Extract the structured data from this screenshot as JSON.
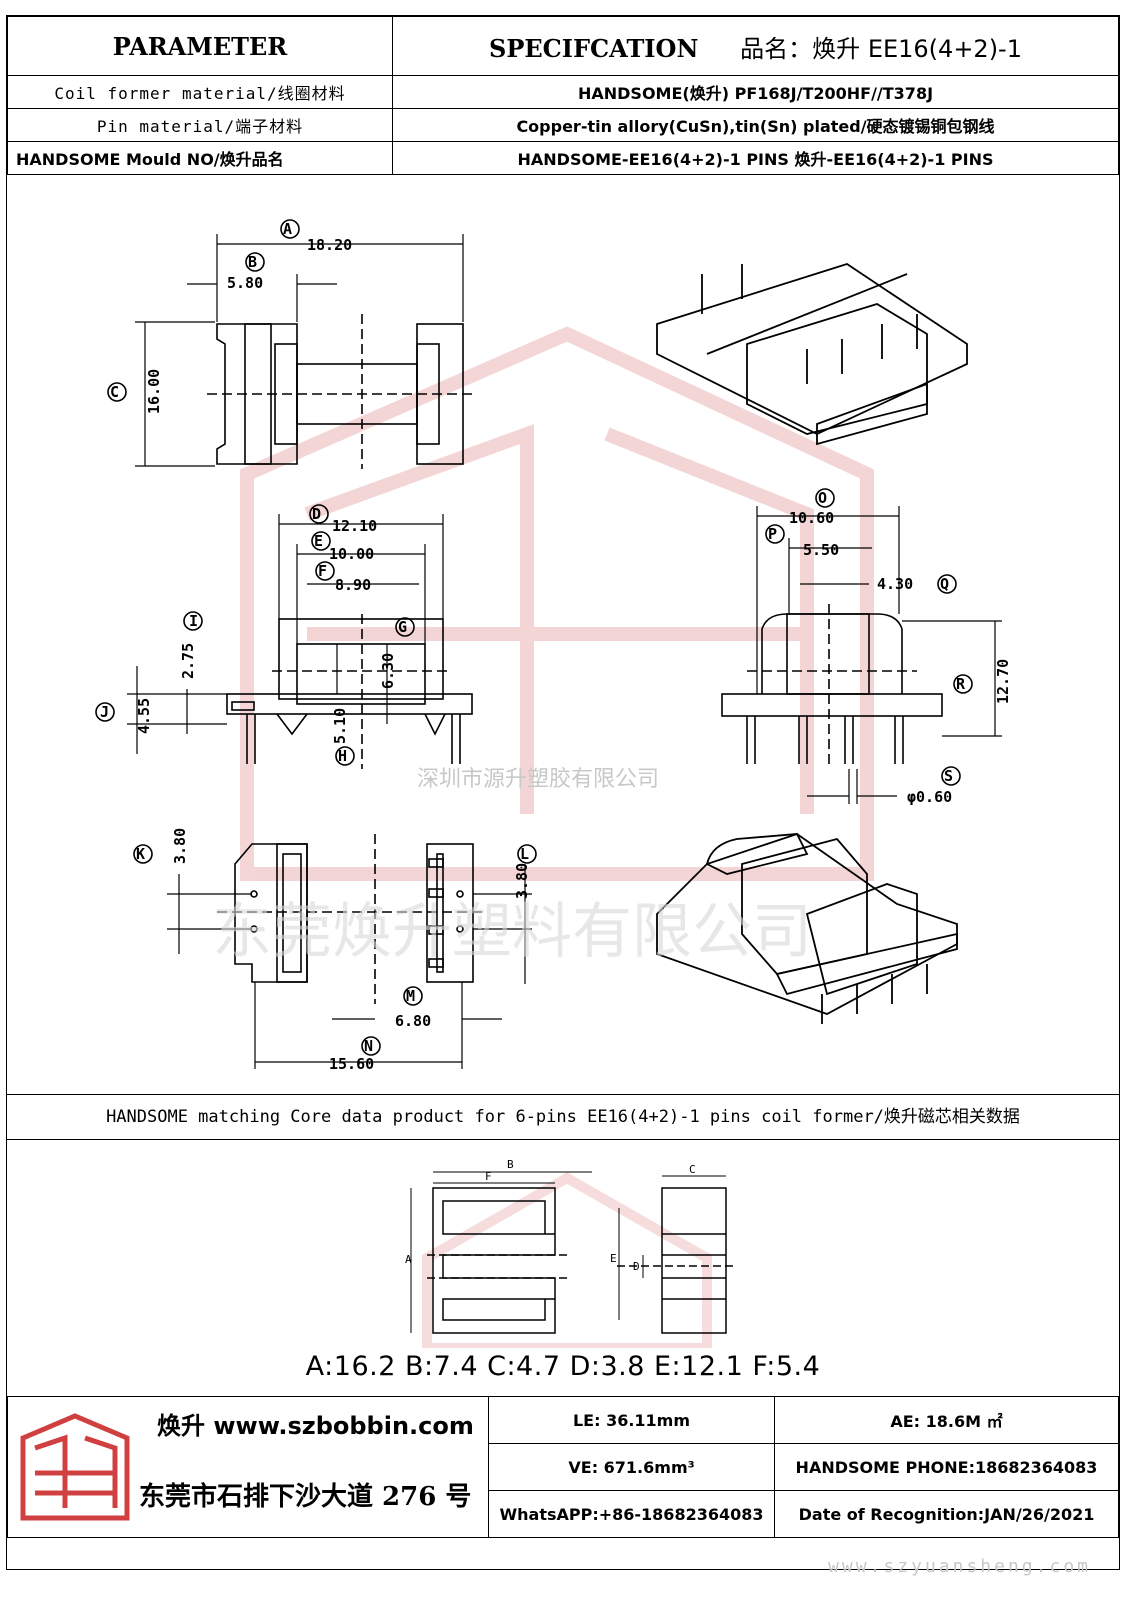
{
  "header": {
    "parameter_label": "PARAMETER",
    "spec_label": "SPECIFCATION",
    "product_name_prefix": "品名：焕升 ",
    "product_name": "EE16(4+2)-1",
    "rows": [
      {
        "label": "Coil former material/线圈材料",
        "value": "HANDSOME(焕升)    PF168J/T200HF//T378J"
      },
      {
        "label": "Pin material/端子材料",
        "value": "Copper-tin allory(CuSn),tin(Sn) plated/硬态镀锡铜包钢线"
      },
      {
        "label": "HANDSOME Mould NO/焕升品名",
        "value": "HANDSOME-EE16(4+2)-1 PINS    焕升-EE16(4+2)-1 PINS"
      }
    ]
  },
  "drawing": {
    "dims": {
      "A": "18.20",
      "B": "5.80",
      "C_top": "16.00",
      "D": "12.10",
      "E": "10.00",
      "F": "8.90",
      "G": "6.30",
      "H": "5.10",
      "I": "2.75",
      "J": "4.55",
      "K": "3.80",
      "L": "3.80",
      "M": "6.80",
      "N": "15.60",
      "O": "10.60",
      "P": "5.50",
      "Q": "4.30",
      "R": "12.70",
      "S": "φ0.60"
    },
    "letters": [
      "A",
      "B",
      "C",
      "D",
      "E",
      "F",
      "G",
      "H",
      "I",
      "J",
      "K",
      "L",
      "M",
      "N",
      "O",
      "P",
      "Q",
      "R",
      "S"
    ],
    "watermark_1": "深圳市源升塑胶有限公司",
    "watermark_2": "东莞焕升塑料有限公司"
  },
  "core": {
    "title": "HANDSOME matching Core data  product for 6-pins EE16(4+2)-1 pins coil former/焕升磁芯相关数据",
    "labels": [
      "A",
      "B",
      "C",
      "D",
      "E",
      "F"
    ],
    "dims_text": "A:16.2 B:7.4 C:4.7 D:3.8 E:12.1 F:5.4"
  },
  "footer": {
    "brand": "焕升  www.szbobbin.com",
    "address": "东莞市石排下沙大道 276 号",
    "le": "LE: 36.11mm",
    "ae": "AE: 18.6M ㎡",
    "ve": "VE: 671.6mm³",
    "phone": "HANDSOME PHONE:18682364083",
    "whatsapp": "WhatsAPP:+86-18682364083",
    "date": "Date of Recognition:JAN/26/2021",
    "watermark_url": "www.szyuansheng.com"
  },
  "colors": {
    "watermark": "#e8a8a8",
    "logo": "#d04040",
    "line": "#000000"
  }
}
